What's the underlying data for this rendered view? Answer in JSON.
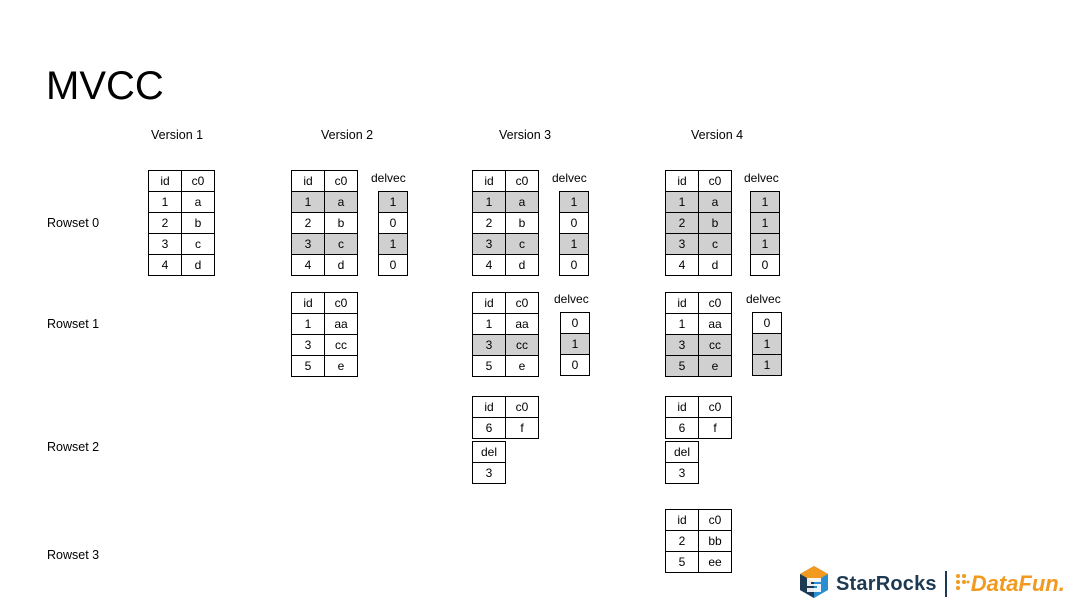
{
  "title": "MVCC",
  "versions": [
    "Version 1",
    "Version 2",
    "Version 3",
    "Version 4"
  ],
  "rowsets": [
    "Rowset 0",
    "Rowset 1",
    "Rowset 2",
    "Rowset 3"
  ],
  "labels": {
    "delvec": "delvec",
    "del": "del"
  },
  "header": [
    "id",
    "c0"
  ],
  "v1": {
    "r0": [
      [
        "1",
        "a"
      ],
      [
        "2",
        "b"
      ],
      [
        "3",
        "c"
      ],
      [
        "4",
        "d"
      ]
    ]
  },
  "v2": {
    "r0": [
      [
        "1",
        "a"
      ],
      [
        "2",
        "b"
      ],
      [
        "3",
        "c"
      ],
      [
        "4",
        "d"
      ]
    ],
    "r0_delvec": [
      "1",
      "0",
      "1",
      "0"
    ],
    "r1": [
      [
        "1",
        "aa"
      ],
      [
        "3",
        "cc"
      ],
      [
        "5",
        "e"
      ]
    ]
  },
  "v3": {
    "r0": [
      [
        "1",
        "a"
      ],
      [
        "2",
        "b"
      ],
      [
        "3",
        "c"
      ],
      [
        "4",
        "d"
      ]
    ],
    "r0_delvec": [
      "1",
      "0",
      "1",
      "0"
    ],
    "r1": [
      [
        "1",
        "aa"
      ],
      [
        "3",
        "cc"
      ],
      [
        "5",
        "e"
      ]
    ],
    "r1_delvec": [
      "0",
      "1",
      "0"
    ],
    "r2": [
      [
        "6",
        "f"
      ]
    ],
    "r2_del": [
      "3"
    ]
  },
  "v4": {
    "r0": [
      [
        "1",
        "a"
      ],
      [
        "2",
        "b"
      ],
      [
        "3",
        "c"
      ],
      [
        "4",
        "d"
      ]
    ],
    "r0_delvec": [
      "1",
      "1",
      "1",
      "0"
    ],
    "r1": [
      [
        "1",
        "aa"
      ],
      [
        "3",
        "cc"
      ],
      [
        "5",
        "e"
      ]
    ],
    "r1_delvec": [
      "0",
      "1",
      "1"
    ],
    "r2": [
      [
        "6",
        "f"
      ]
    ],
    "r2_del": [
      "3"
    ],
    "r3": [
      [
        "2",
        "bb"
      ],
      [
        "5",
        "ee"
      ]
    ]
  },
  "branding": {
    "starrocks": "StarRocks",
    "datafun": "DataFun."
  },
  "colors": {
    "highlight": "#d0d0d0",
    "starrocks": "#1e3a52",
    "datafun": "#f29a1f"
  }
}
